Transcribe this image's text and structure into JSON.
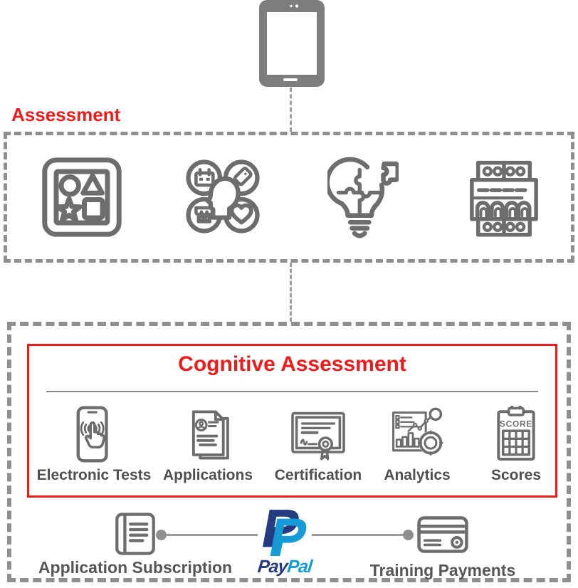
{
  "colors": {
    "accent_red": "#ee1b1b",
    "icon_gray": "#6d6d6d",
    "dash_gray": "#8f8f8f",
    "label_gray": "#4f4f4f",
    "paypal_dark_blue": "#253b80",
    "paypal_light_blue": "#179bd7"
  },
  "device": {
    "name": "tablet"
  },
  "assessment": {
    "label": "Assessment",
    "icons": [
      "shape-sorter",
      "personality-traits",
      "puzzle-lightbulb",
      "circuit-breaker"
    ]
  },
  "cognitive": {
    "title": "Cognitive Assessment",
    "items": [
      {
        "label": "Electronic Tests",
        "icon": "phone-touch"
      },
      {
        "label": "Applications",
        "icon": "applicant-document"
      },
      {
        "label": "Certification",
        "icon": "certificate"
      },
      {
        "label": "Analytics",
        "icon": "analytics-charts"
      },
      {
        "label": "Scores",
        "icon": "score-clipboard"
      }
    ],
    "score_icon_text": "SCORE"
  },
  "payments": {
    "left_label": "Application Subscription",
    "right_label": "Training Payments",
    "brand_first": "Pay",
    "brand_second": "Pal"
  }
}
